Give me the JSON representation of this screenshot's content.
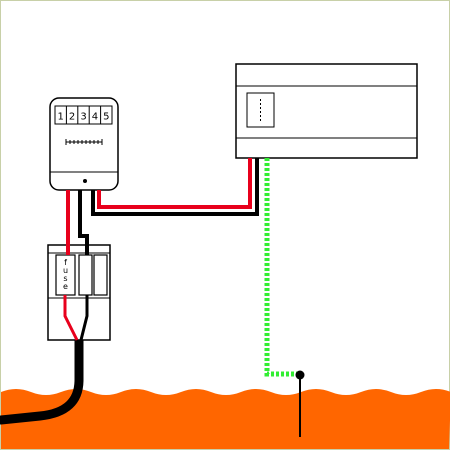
{
  "meter": {
    "dial_digits": [
      "1",
      "2",
      "3",
      "4",
      "5"
    ]
  },
  "fuse_block": {
    "fuse_label": [
      "f",
      "u",
      "s",
      "e"
    ]
  },
  "colors": {
    "hot_wire": "#e8001c",
    "neutral_wire": "#000000",
    "ground_wire": "#33ee33",
    "ground_soil": "#ff6600",
    "border": "#c8d0a8"
  },
  "icons": {
    "meter": "electric-meter-icon",
    "panel": "service-panel-icon",
    "fuse_block": "fuse-box-icon",
    "ground_rod": "ground-rod-icon"
  }
}
